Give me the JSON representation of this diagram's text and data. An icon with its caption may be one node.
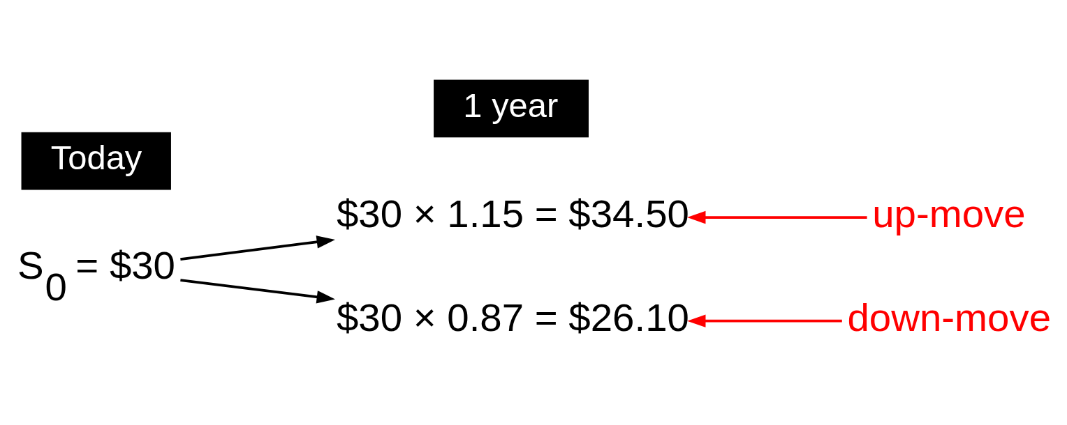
{
  "diagram": {
    "nodes": [
      {
        "text": [
          "S$_{0}$ = $30"
        ]
      },
      {
        "text": [
          "$30 × 1.15 = $34.50"
        ]
      },
      {
        "text": [
          "$30 × 0.87 = $26.10"
        ]
      },
      {
        "text": [
          "up-move"
        ]
      },
      {
        "text": [
          "down-move"
        ]
      },
      {
        "text": [
          "Today"
        ]
      },
      {
        "text": [
          "1 year"
        ]
      }
    ],
    "edges": [
      {
        "from": 0,
        "to": 1,
        "arrow": "to"
      },
      {
        "from": 0,
        "to": 2,
        "arrow": "to"
      },
      {
        "from": 3,
        "to": 1,
        "arrow": "to",
        "color": "#ff0000"
      },
      {
        "from": 4,
        "to": 2,
        "arrow": "to",
        "color": "#ff0000"
      }
    ]
  }
}
